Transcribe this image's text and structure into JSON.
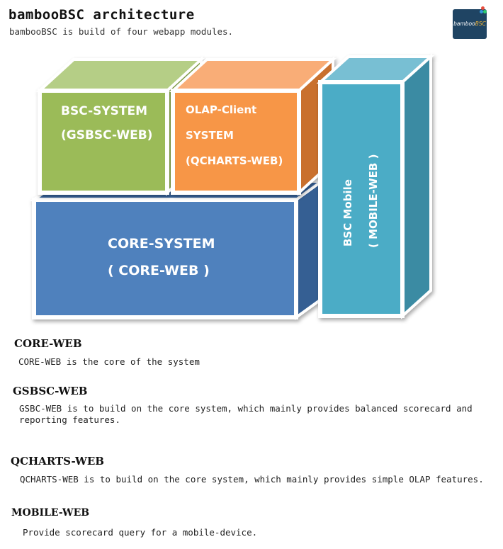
{
  "header": {
    "title": "bambooBSC architecture",
    "subtitle": "bambooBSC is build of four webapp modules."
  },
  "logo": {
    "text_main": "bamboo",
    "text_accent": "BSC"
  },
  "diagram": {
    "gsbsc": {
      "line1": "BSC-SYSTEM",
      "line2": "(GSBSC-WEB)"
    },
    "qcharts": {
      "line1": "OLAP-Client",
      "line2": "SYSTEM",
      "line3": "(QCHARTS-WEB)"
    },
    "core": {
      "line1": "CORE-SYSTEM",
      "line2": "( CORE-WEB )"
    },
    "mobile": {
      "line1": "BSC Mobile",
      "line2": "( MOBILE-WEB )"
    },
    "colors": {
      "green": "#9bbb59",
      "orange": "#f79646",
      "blue": "#4f81bd",
      "teal": "#4bacc6"
    }
  },
  "sections": [
    {
      "heading": "CORE-WEB",
      "body": "CORE-WEB is the core of the system"
    },
    {
      "heading": "GSBSC-WEB",
      "body": "GSBC-WEB is to build on the core system, which mainly provides balanced scorecard and reporting features."
    },
    {
      "heading": "QCHARTS-WEB",
      "body": "QCHARTS-WEB is to build on the core system, which mainly provides simple OLAP features."
    },
    {
      "heading": "MOBILE-WEB",
      "body": "Provide scorecard query for a mobile-device."
    }
  ]
}
